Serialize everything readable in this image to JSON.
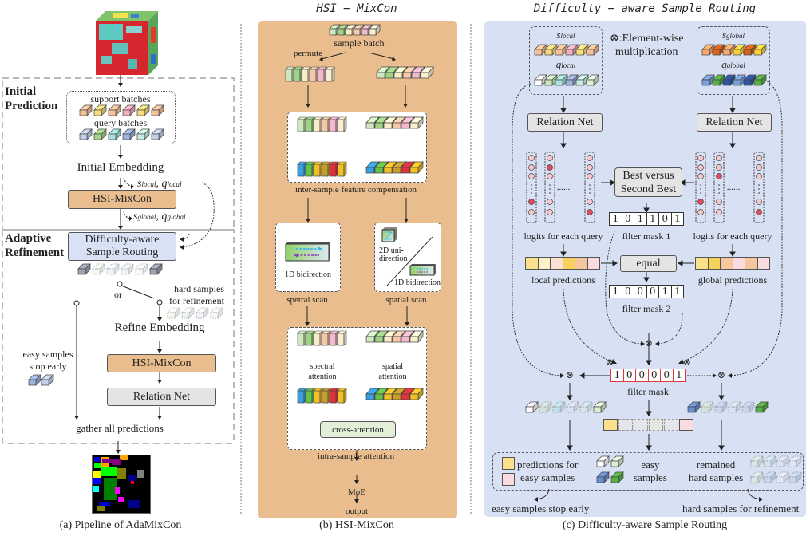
{
  "panel_a": {
    "caption": "(a) Pipeline of AdaMixCon",
    "section_initial": [
      "Initial",
      "Prediction"
    ],
    "section_adaptive": [
      "Adaptive",
      "Refinement"
    ],
    "support_batches": "support batches",
    "query_batches": "query batches",
    "initial_embedding": "Initial Embedding",
    "s_local": "s",
    "s_local_sub": "local",
    "q_local": "q",
    "q_local_sub": "local",
    "hsi_mixcon": "HSI-MixCon",
    "s_global": "s",
    "s_global_sub": "global",
    "q_global": "q",
    "q_global_sub": "global",
    "routing": [
      "Difficulty-aware",
      "Sample Routing"
    ],
    "or": "or",
    "hard_samples": [
      "hard samples",
      "for refinement"
    ],
    "refine_embedding": "Refine Embedding",
    "hsi_mixcon_2": "HSI-MixCon",
    "relation_net": "Relation Net",
    "easy_samples": [
      "easy samples",
      "stop early"
    ],
    "gather": "gather all predictions"
  },
  "panel_b": {
    "title": "HSI − MixCon",
    "caption": "(b) HSI-MixCon",
    "sample_batch": "sample batch",
    "permute": "permute",
    "inter_sample": "inter-sample feature compensation",
    "bidirection_1d": "1D bidirection",
    "uni_2d": [
      "2D uni-",
      "direction"
    ],
    "bidirection_1d_b": "1D bidirection",
    "spectral_scan": "spetral scan",
    "spatial_scan": "spatial scan",
    "spectral_attention": [
      "spectral",
      "attention"
    ],
    "spatial_attention": [
      "spatial",
      "attention"
    ],
    "cross_attention": "cross-attention",
    "intra_sample": "intra-sample attention",
    "moe": "MoE",
    "output": "output"
  },
  "panel_c": {
    "title": "Difficulty − aware  Sample  Routing",
    "caption": "(c) Difficulty-aware Sample Routing",
    "legend_mult": [
      "⊗:Element-wise",
      "multiplication"
    ],
    "s_local": "s",
    "s_local_sub": "local",
    "q_local": "q",
    "q_local_sub": "local",
    "s_global": "s",
    "s_global_sub": "global",
    "q_global": "q",
    "q_global_sub": "global",
    "relation_net_left": "Relation Net",
    "relation_net_right": "Relation Net",
    "best_vs_second": [
      "Best versus",
      "Second Best"
    ],
    "logits_left": "logits for each query",
    "logits_right": "logits for each query",
    "dots": "......",
    "filter_mask_1_values": [
      "1",
      "0",
      "1",
      "1",
      "0",
      "1"
    ],
    "filter_mask_1": "filter mask 1",
    "equal": "equal",
    "local_predictions": "local predictions",
    "global_predictions": "global predictions",
    "filter_mask_2_values": [
      "1",
      "0",
      "0",
      "0",
      "1",
      "1"
    ],
    "filter_mask_2": "filter mask 2",
    "filter_mask_values": [
      "1",
      "0",
      "0",
      "0",
      "0",
      "1"
    ],
    "filter_mask": "filter mask",
    "otimes": "⊗",
    "legend_predictions": [
      "predictions for",
      "easy samples"
    ],
    "legend_easy": [
      "easy",
      "samples"
    ],
    "legend_hard": [
      "remained",
      "hard samples"
    ],
    "easy_stop": "easy samples stop early",
    "hard_refine": "hard samples for refinement",
    "local_pred_colors": [
      "#fbe08c",
      "#fdf1c8",
      "#fbe1d3",
      "#f7d25a",
      "#f5c79e",
      "#fadbe0"
    ],
    "global_pred_colors": [
      "#fbe08c",
      "#f7d25a",
      "#f5c79e",
      "#fadbe0",
      "#f5c79e",
      "#fadbe0"
    ]
  }
}
